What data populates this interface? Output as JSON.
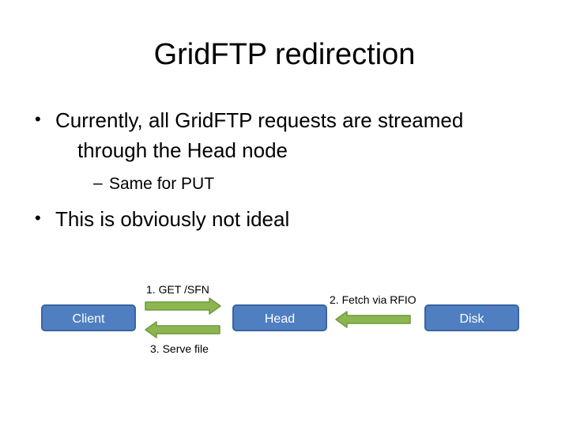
{
  "title": "GridFTP redirection",
  "bullets": [
    {
      "lines": [
        "Currently, all GridFTP requests are streamed",
        "through the Head node"
      ],
      "subitems": [
        "Same for PUT"
      ]
    },
    {
      "lines": [
        "This is obviously not ideal"
      ],
      "subitems": []
    }
  ],
  "diagram": {
    "nodes": {
      "client": "Client",
      "head": "Head",
      "disk": "Disk"
    },
    "arrows": {
      "get": "1. GET /SFN",
      "fetch": "2. Fetch via RFIO",
      "serve": "3. Serve file"
    },
    "colors": {
      "box_fill": "#4f7fc1",
      "box_border": "#3a64a3",
      "arrow_fill": "#8db651",
      "arrow_border": "#6d9a3a"
    }
  }
}
